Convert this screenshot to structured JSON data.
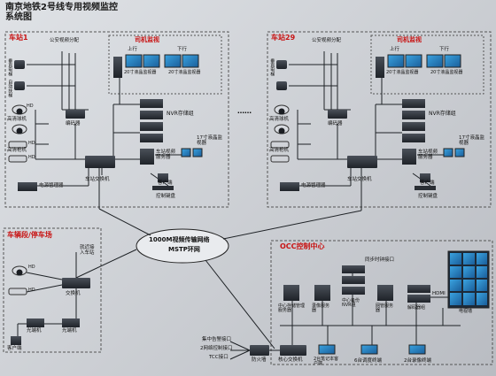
{
  "title": "南京地铁2号线专用视频监控系统图",
  "station1": {
    "name": "车站1",
    "police_split": "公安视频分配",
    "driver_monitor": "司机监视",
    "up": "上行",
    "down": "下行",
    "lcd_20": "20寸液晶监视器",
    "elevator": "垂直电梯",
    "stair": "自动扶梯",
    "hd": "HD",
    "dome": "高清球机",
    "bullet": "高清枪机",
    "encoder": "编码器",
    "nvr": "NVR存储组",
    "lcd_17": "17寸液晶监视器",
    "video_server": "车站视频服务器",
    "client": "客户端",
    "keyboard": "控制键盘",
    "switch": "车站交换机",
    "power_mgr": "电源管理器"
  },
  "station29": {
    "name": "车站29",
    "police_split": "公安视频分配",
    "driver_monitor": "司机监视",
    "up": "上行",
    "down": "下行",
    "lcd_20": "20寸液晶监视器",
    "elevator": "垂直电梯",
    "dome": "高清球机",
    "bullet": "高清枪机",
    "encoder": "编码器",
    "nvr": "NVR存储组",
    "lcd_17": "17寸液晶监视器",
    "video_server": "车站视频服务器",
    "client": "客户端",
    "keyboard": "控制键盘",
    "switch": "车站交换机",
    "power_mgr": "电源管理器"
  },
  "ellipsis": "……",
  "network": {
    "line1": "1000M视频传输网络",
    "line2": "MSTP环网"
  },
  "depot": {
    "name": "车辆段/停车场",
    "local_access": "就近接入车站",
    "hd": "HD",
    "switch": "交换机",
    "optical": "光端机",
    "client": "客户端"
  },
  "occ": {
    "name": "OCC控制中心",
    "sync_clock": "同步时钟接口",
    "hdmi": "HDMI",
    "large_screen": "电视墙",
    "storage": "中心存储管理服务器",
    "record": "录像服务器",
    "backup": "中心备份NVR组",
    "net_mgmt": "网管服务器",
    "decoder": "解码器组",
    "core_switch": "核心交换机",
    "firewall": "防火墙",
    "interfaces": [
      "集中告警接口",
      "2网络控制接口",
      "TCC接口"
    ],
    "laptop": "2台笔记本客户端",
    "workstation": "6台调度终端",
    "recorder": "2台录像终端"
  },
  "colors": {
    "red_title": "#c81414",
    "box_dashed": "#555555",
    "device": "#2b2f36"
  }
}
